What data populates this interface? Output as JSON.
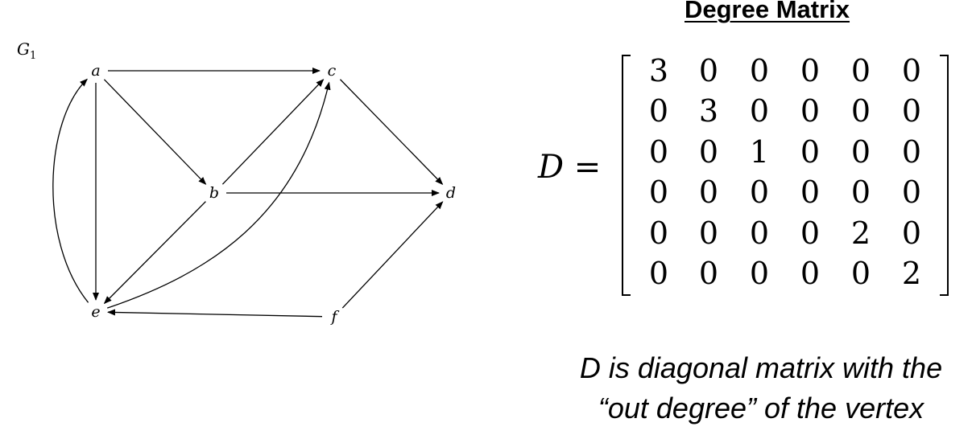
{
  "title": "Degree Matrix",
  "graph": {
    "label_main": "G",
    "label_sub": "1",
    "nodes": [
      {
        "id": "a",
        "label": "a"
      },
      {
        "id": "b",
        "label": "b"
      },
      {
        "id": "c",
        "label": "c"
      },
      {
        "id": "d",
        "label": "d"
      },
      {
        "id": "e",
        "label": "e"
      },
      {
        "id": "f",
        "label": "f"
      }
    ],
    "edges": [
      {
        "from": "a",
        "to": "c"
      },
      {
        "from": "a",
        "to": "b"
      },
      {
        "from": "a",
        "to": "e"
      },
      {
        "from": "b",
        "to": "c"
      },
      {
        "from": "b",
        "to": "d"
      },
      {
        "from": "b",
        "to": "e"
      },
      {
        "from": "c",
        "to": "d"
      },
      {
        "from": "e",
        "to": "a"
      },
      {
        "from": "e",
        "to": "c"
      },
      {
        "from": "f",
        "to": "e"
      },
      {
        "from": "f",
        "to": "d"
      }
    ]
  },
  "equation": {
    "variable": "D",
    "equals": "=",
    "matrix": [
      [
        3,
        0,
        0,
        0,
        0,
        0
      ],
      [
        0,
        3,
        0,
        0,
        0,
        0
      ],
      [
        0,
        0,
        1,
        0,
        0,
        0
      ],
      [
        0,
        0,
        0,
        0,
        0,
        0
      ],
      [
        0,
        0,
        0,
        0,
        2,
        0
      ],
      [
        0,
        0,
        0,
        0,
        0,
        2
      ]
    ]
  },
  "caption": {
    "line1": "D is diagonal matrix with the",
    "line2": "“out degree” of the vertex"
  }
}
